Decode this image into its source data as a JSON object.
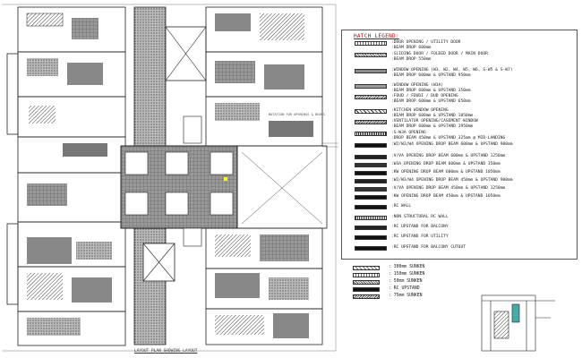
{
  "legend": {
    "title": "HATCH LEGEND:",
    "items": [
      {
        "lines": [
          ":DOOR OPENING / UTILITY DOOR",
          ":BEAM DROP 600mm"
        ],
        "pattern": "p-door"
      },
      {
        "lines": [
          ":SLIDING DOOR / FOLDED DOOR / MAIN DOOR",
          ":BEAM DROP 550mm"
        ],
        "pattern": "p-slide"
      },
      {
        "lines": [
          ":WINDOW OPENING (W3, W2, W4, W5, W6, S-W5 & S-W7)",
          ":BEAM DROP 600mm & UPSTAND 950mm"
        ],
        "pattern": "p-win"
      },
      {
        "lines": [
          ":WINDOW OPENING (W3A)",
          ":BEAM DROP 600mm & UPSTAND 350mm"
        ],
        "pattern": "p-win2"
      },
      {
        "lines": [
          ":FOUD / FDUDI / DUD OPENING",
          ":BEAM DROP 600mm & UPSTAND 650mm"
        ],
        "pattern": "p-foud"
      },
      {
        "lines": [
          ":KITCHEN WINDOW OPENING",
          ":BEAM DROP 600mm & UPSTAND 1050mm"
        ],
        "pattern": "p-kitch"
      },
      {
        "lines": [
          ":VENTILATOR OPENING/CASEMENT WINDOW",
          ":BEAM DROP 600mm & UPSTAND 1950mm"
        ],
        "pattern": "p-vent"
      },
      {
        "lines": [
          ":S-W3A OPENING",
          ":DROP BEAM 450mm & UPSTAND 325mm @ MID-LANDING"
        ],
        "pattern": "p-s"
      },
      {
        "lines": [
          ":W2/W3/W4 OPENING DROP BEAM 600mm & UPSTAND 900mm"
        ],
        "pattern": "p-solid"
      },
      {
        "lines": [
          ":V/VA OPENING DROP BEAM 600mm & UPSTAND 1250mm"
        ],
        "pattern": "p-solid2"
      },
      {
        "lines": [
          ":W3A OPENING DROP BEAM 600mm & UPSTAND 350mm"
        ],
        "pattern": "p-dark"
      },
      {
        "lines": [
          ":KW OPENING DROP BEAM 600mm & UPSTAND 1050mm"
        ],
        "pattern": "p-solid"
      },
      {
        "lines": [
          ":W2/W3/W4 OPENING DROP BEAM 450mm & UPSTAND 900mm"
        ],
        "pattern": "p-solid2"
      },
      {
        "lines": [
          ":V/VA OPENING DROP BEAM 450mm & UPSTAND 1250mm"
        ],
        "pattern": "p-dark"
      },
      {
        "lines": [
          ":KW OPENING DROP BEAM 450mm & UPSTAND 1050mm"
        ],
        "pattern": "p-solid"
      },
      {
        "lines": [
          ":RC WALL"
        ],
        "pattern": "p-rc"
      },
      {
        "lines": [
          ":NON STRUCTURAL RC WALL"
        ],
        "pattern": "p-dots"
      },
      {
        "lines": [
          ":RC UPSTAND FOR BALCONY"
        ],
        "pattern": "p-solid2"
      },
      {
        "lines": [
          ":RC UPSTAND FOR UTILITY"
        ],
        "pattern": "p-rc"
      },
      {
        "lines": [
          ":RC UPSTAND FOR BALCONY CUTOUT"
        ],
        "pattern": "p-solid"
      }
    ]
  },
  "sunken": [
    {
      "label": ": 300mm SUNKEN",
      "pattern": "p-checks"
    },
    {
      "label": ": 150mm SUNKEN",
      "pattern": "p-door"
    },
    {
      "label": ": 50mm SUNKEN",
      "pattern": "p-slide"
    },
    {
      "label": ": RC UPSTAND",
      "pattern": "p-solid"
    },
    {
      "label": ": 75mm SUNKEN",
      "pattern": "p-foud"
    }
  ],
  "drawing_title": "LAYOUT PLAN SHOWING LAYOUT",
  "note": "NOTATION FOR OPENINGS & BEAMS"
}
